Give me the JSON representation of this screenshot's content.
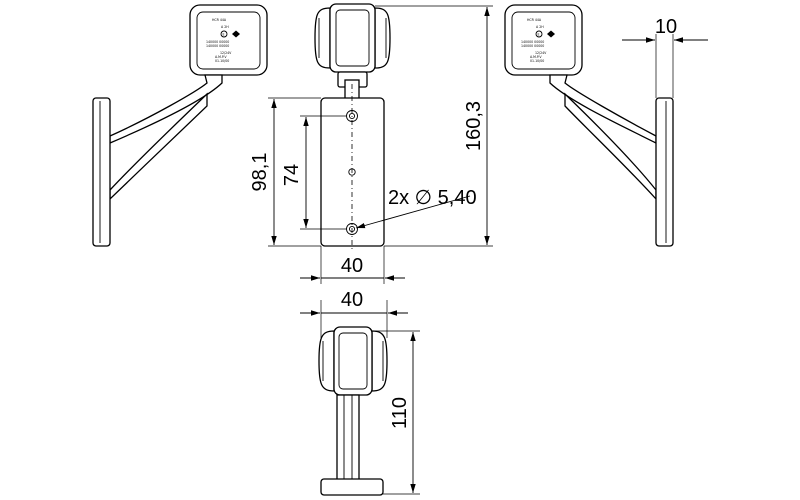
{
  "dimensions": {
    "total_height": "160,3",
    "plate_height": "98,1",
    "hole_spacing": "74",
    "plate_width": "40",
    "hole_note": "2x ∅ 5,40",
    "top_view_width": "40",
    "top_view_height": "110",
    "thickness": "10"
  },
  "label": {
    "line1": "HCR 44A",
    "line2": "A 2H",
    "line3": "E",
    "line4": "140000  00000",
    "line5": "140000  00000",
    "line6": "12/24V",
    "line7": "A.M.P.V",
    "line8": "01.10/00"
  }
}
